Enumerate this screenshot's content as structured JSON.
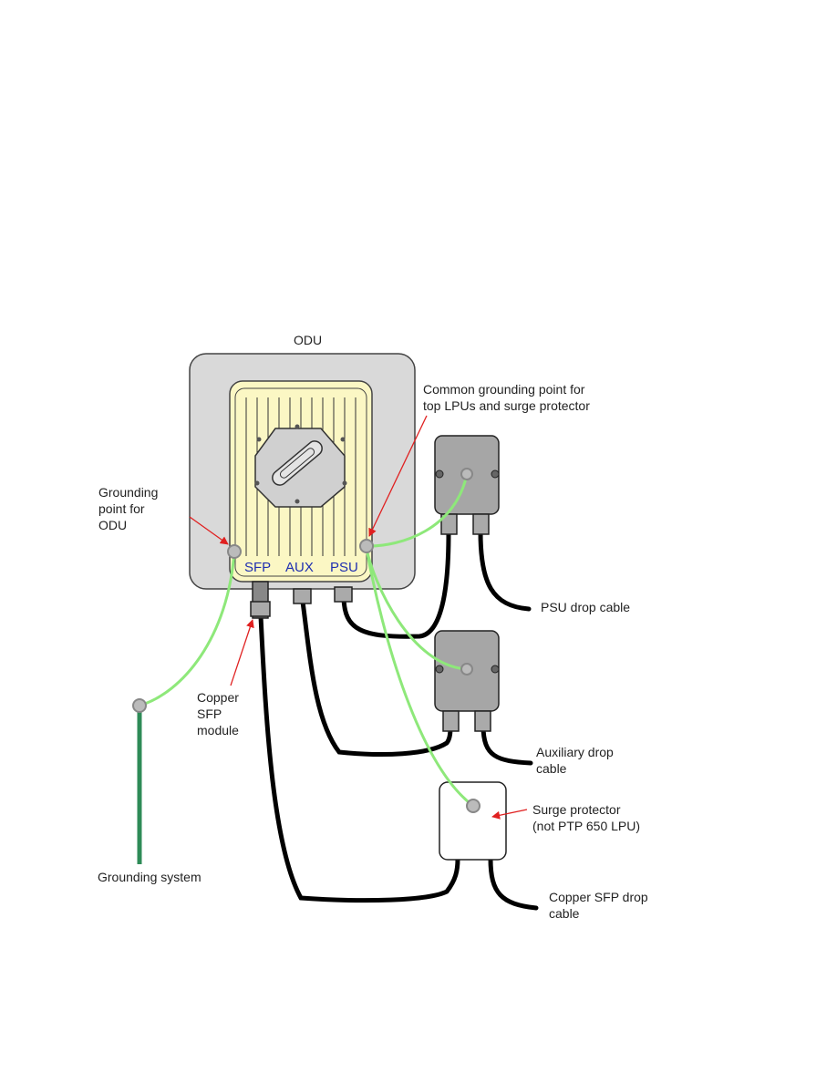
{
  "labels": {
    "odu": "ODU",
    "common_ground": [
      "Common grounding point for",
      "top LPUs and surge protector"
    ],
    "ground_odu": [
      "Grounding",
      "point for",
      "ODU"
    ],
    "copper_sfp_module": [
      "Copper",
      "SFP",
      "module"
    ],
    "grounding_system": "Grounding system",
    "psu_drop": "PSU drop cable",
    "aux_drop": [
      "Auxiliary drop",
      "cable"
    ],
    "surge_protector": [
      "Surge protector",
      "(not PTP 650 LPU)"
    ],
    "copper_sfp_drop": [
      "Copper SFP drop",
      "cable"
    ]
  },
  "ports": {
    "sfp": "SFP",
    "aux": "AUX",
    "psu": "PSU"
  },
  "colors": {
    "ground_wire": "#8ee87a",
    "ground_rod": "#2e8b57",
    "cable": "#000000",
    "odu_body": "#d9d9d9",
    "odu_panel": "#fbf7c4",
    "lpu_body": "#a6a6a6",
    "pointer_arrow": "#e02020",
    "port_text": "#1f2fb0"
  }
}
